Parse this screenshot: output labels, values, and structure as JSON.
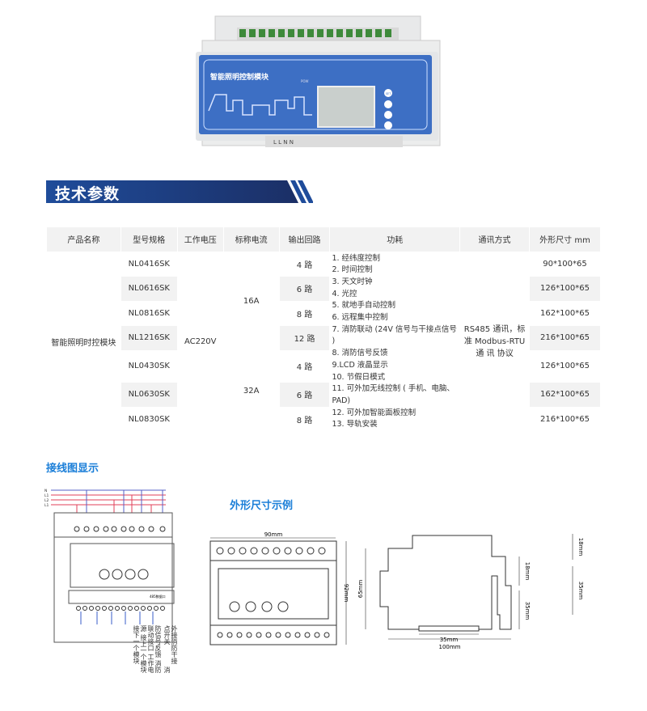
{
  "product_photo": {
    "panel_title": "智能照明控制模块",
    "pow_label": "POW",
    "set_label": "SET",
    "terminals": "L L N N"
  },
  "section_tech": {
    "title": "技术参数"
  },
  "table": {
    "headers": [
      "产品名称",
      "型号规格",
      "工作电压",
      "标称电流",
      "输出回路",
      "功耗",
      "通讯方式",
      "外形尺寸 mm"
    ],
    "product_name": "智能照明时控模块",
    "voltage": "AC220V",
    "currents": [
      "16A",
      "32A"
    ],
    "rows": [
      {
        "model": "NL0416SK",
        "outputs": "4 路",
        "size": "90*100*65"
      },
      {
        "model": "NL0616SK",
        "outputs": "6 路",
        "size": "126*100*65"
      },
      {
        "model": "NL0816SK",
        "outputs": "8 路",
        "size": "162*100*65"
      },
      {
        "model": "NL1216SK",
        "outputs": "12 路",
        "size": "216*100*65"
      },
      {
        "model": "NL0430SK",
        "outputs": "4 路",
        "size": "126*100*65"
      },
      {
        "model": "NL0630SK",
        "outputs": "6 路",
        "size": "162*100*65"
      },
      {
        "model": "NL0830SK",
        "outputs": "8 路",
        "size": "216*100*65"
      }
    ],
    "functions": [
      "1. 经纬度控制",
      "2. 时间控制",
      "3. 天文时钟",
      "4. 光控",
      "5. 就地手自动控制",
      "6. 远程集中控制",
      "7. 消防联动 (24V 信号与干接点信号 )",
      "8. 消防信号反馈",
      "9.LCD 液晶显示",
      "10. 节假日模式",
      "11. 可外加无线控制 ( 手机、电脑、PAD)",
      "12. 可外加智能面板控制",
      "13. 导轨安装"
    ],
    "comm": "RS485 通讯，标准 Modbus-RTU 通 讯 协议"
  },
  "wiring": {
    "title": "接线图显示",
    "lines": [
      "N",
      "L1",
      "L2",
      "L1"
    ],
    "port_label": "485数据口",
    "bottom_labels": [
      "外接消防干接点开关",
      "消防信号反馈",
      "消防联动接口",
      "工作电源",
      "接上一个模块",
      "接下一个模块"
    ]
  },
  "dimensions": {
    "title": "外形尺寸示例",
    "width_top": "90mm",
    "height_total": "92mm",
    "height_body": "65mm",
    "step_top": "18mm",
    "step_mid": "18mm",
    "rail_height": "35mm",
    "rail_height_right": "35mm",
    "rail_width": "35mm",
    "depth": "100mm"
  },
  "colors": {
    "brand_blue": "#1a3f8a",
    "accent": "#1a7ed8",
    "panel_blue": "#3d6fc4",
    "table_gray": "#f2f2f2"
  }
}
